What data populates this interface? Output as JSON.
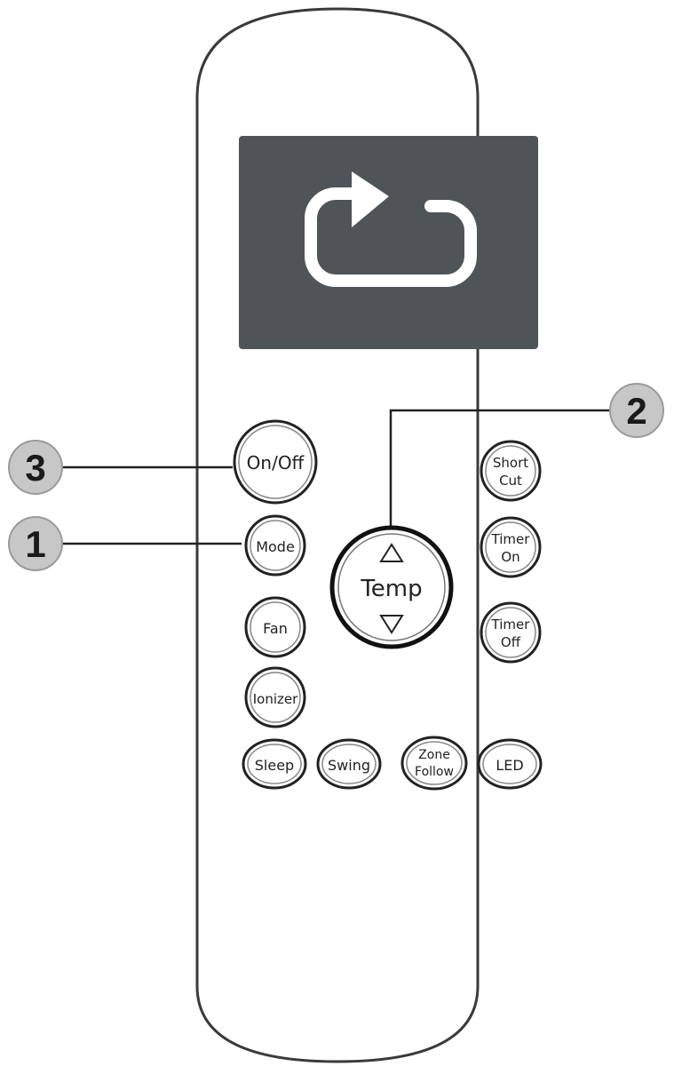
{
  "remote": {
    "display": {
      "icon": "cycle-arrow-icon"
    },
    "buttons": {
      "on_off": "On/Off",
      "mode": "Mode",
      "fan": "Fan",
      "ionizer": "Ionizer",
      "short_cut": {
        "line1": "Short",
        "line2": "Cut"
      },
      "timer_on": {
        "line1": "Timer",
        "line2": "On"
      },
      "timer_off": {
        "line1": "Timer",
        "line2": "Off"
      },
      "temp": {
        "label": "Temp",
        "up_icon": "triangle-up-icon",
        "down_icon": "triangle-down-icon"
      },
      "sleep": "Sleep",
      "swing": "Swing",
      "zone_follow": {
        "line1": "Zone",
        "line2": "Follow"
      },
      "led": "LED"
    }
  },
  "callouts": [
    {
      "number": "1"
    },
    {
      "number": "2"
    },
    {
      "number": "3"
    }
  ],
  "colors": {
    "display_bg": "#4f5457",
    "display_icon": "#ffffff",
    "callout_fill": "#c7c7c7",
    "outline": "#222222"
  }
}
